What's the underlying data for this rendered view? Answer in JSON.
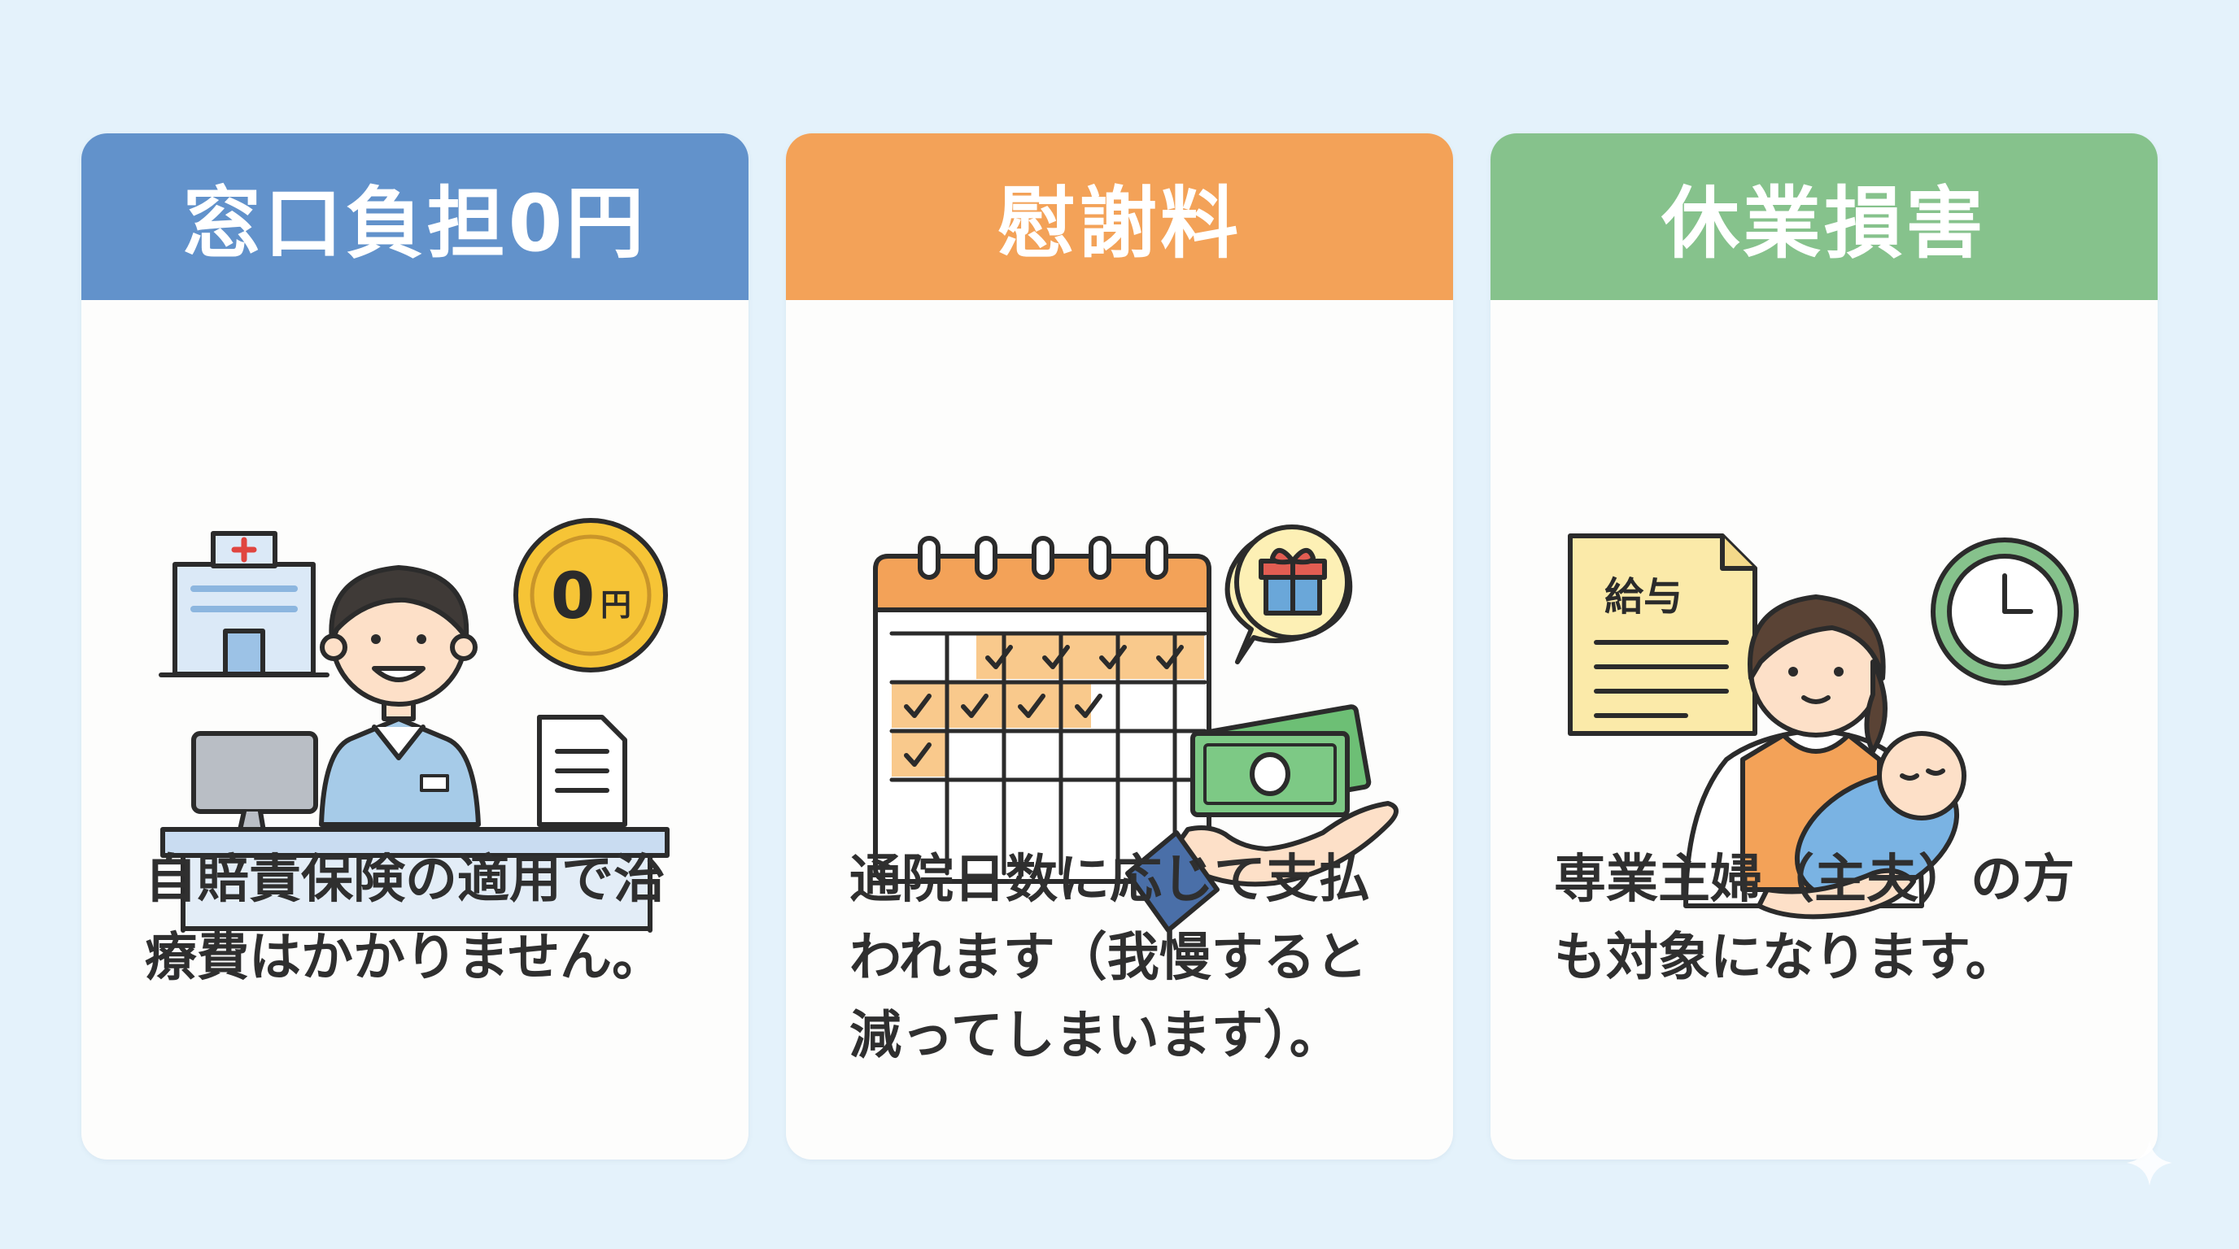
{
  "background_color": "#e4f2fb",
  "cards": [
    {
      "title": "窓口負担0円",
      "header_color": "#6292cb",
      "description": "自賠責保険の適用で治\n療費はかかりません。",
      "illustration": "hospital-reception-icon",
      "coin_text": "0",
      "coin_unit": "円"
    },
    {
      "title": "慰謝料",
      "header_color": "#f3a258",
      "description": "通院日数に応じて支払\nわれます（我慢すると\n減ってしまいます）。",
      "illustration": "calendar-money-icon"
    },
    {
      "title": "休業損害",
      "header_color": "#86c28c",
      "description": "専業主婦（主夫）の方\nも対象になります。",
      "illustration": "homemaker-baby-icon",
      "salary_doc_label": "給与"
    }
  ]
}
